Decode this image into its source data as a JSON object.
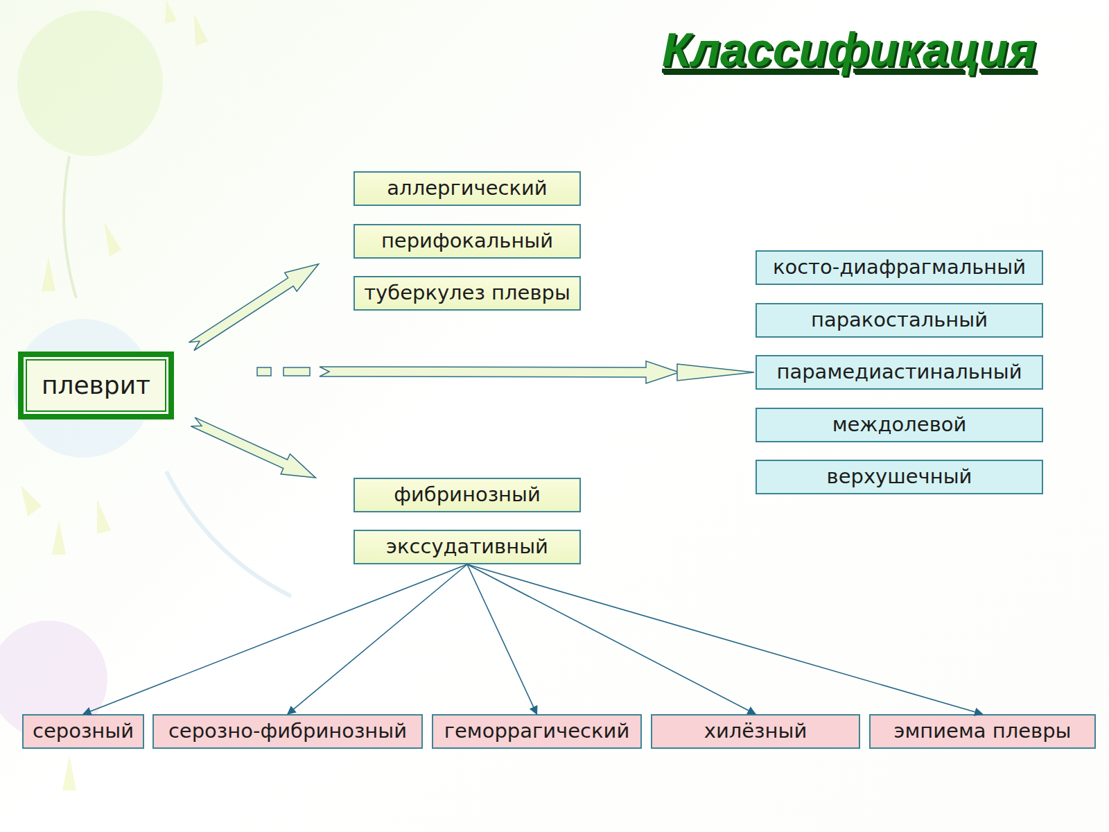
{
  "diagram": {
    "title": "Классификация",
    "nodes": [
      {
        "text": [
          "плеврит"
        ]
      },
      {
        "text": [
          "аллергический"
        ]
      },
      {
        "text": [
          "перифокальный"
        ]
      },
      {
        "text": [
          "туберкулез плевры"
        ]
      },
      {
        "text": [
          "косто-диафрагмальный"
        ]
      },
      {
        "text": [
          "паракостальный"
        ]
      },
      {
        "text": [
          "парамедиастинальный"
        ]
      },
      {
        "text": [
          "междолевой"
        ]
      },
      {
        "text": [
          "верхушечный"
        ]
      },
      {
        "text": [
          "фибринозный"
        ]
      },
      {
        "text": [
          "экссудативный"
        ]
      },
      {
        "text": [
          "серозный"
        ]
      },
      {
        "text": [
          "серозно-фибринозный"
        ]
      },
      {
        "text": [
          "геморрагический"
        ]
      },
      {
        "text": [
          "хилёзный"
        ]
      },
      {
        "text": [
          "эмпиема плевры"
        ]
      }
    ],
    "edges": [
      {
        "from": 0,
        "to": 2,
        "arrow": "to"
      },
      {
        "from": 0,
        "to": 6,
        "arrow": "to"
      },
      {
        "from": 0,
        "to": 9,
        "arrow": "to"
      },
      {
        "from": 10,
        "to": 11,
        "arrow": "to"
      },
      {
        "from": 10,
        "to": 12,
        "arrow": "to"
      },
      {
        "from": 10,
        "to": 13,
        "arrow": "to"
      },
      {
        "from": 10,
        "to": 14,
        "arrow": "to"
      },
      {
        "from": 10,
        "to": 15,
        "arrow": "to"
      }
    ]
  }
}
